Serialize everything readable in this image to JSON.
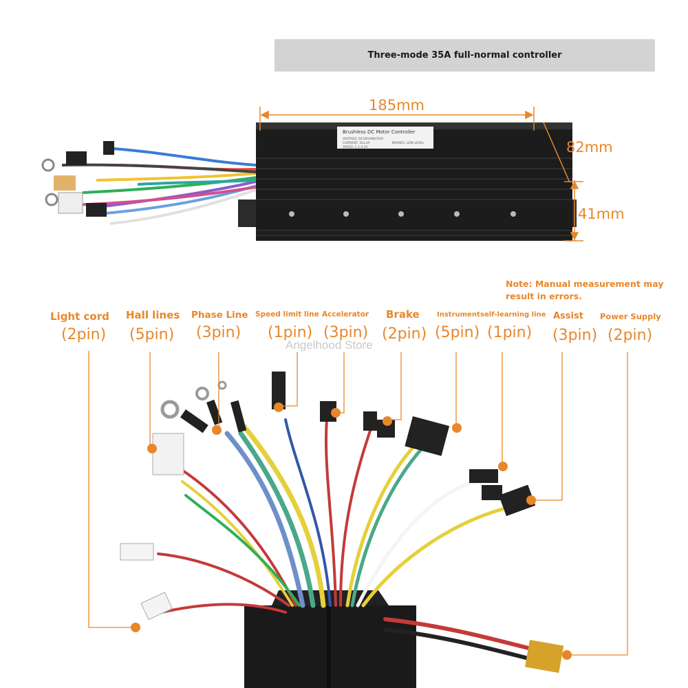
{
  "title": "Three-mode 35A full-normal controller",
  "dimensions": {
    "length": "185mm",
    "width": "82mm",
    "height": "41mm"
  },
  "controller_label": {
    "heading": "Brushless DC Motor Controller",
    "voltage": "VOLTAGE: DC36V/48V/52V",
    "current": "CURRENT: 35±1A",
    "speed": "SPEED: 1.1-4.2V",
    "brakes": "BRAKES: LOW LEVEL"
  },
  "note": "Note: Manual measurement may result in errors.",
  "watermark": "Angelhood Store",
  "connectors": [
    {
      "name": "Light cord",
      "pins": "(2pin)"
    },
    {
      "name": "Hall lines",
      "pins": "(5pin)"
    },
    {
      "name": "Phase Line",
      "pins": "(3pin)"
    },
    {
      "name": "Speed limit line",
      "pins": "(1pin)"
    },
    {
      "name": "Accelerator",
      "pins": "(3pin)"
    },
    {
      "name": "Brake",
      "pins": "(2pin)"
    },
    {
      "name": "Instrument",
      "pins": "(5pin)"
    },
    {
      "name": "self-learning line",
      "pins": "(1pin)"
    },
    {
      "name": "Assist",
      "pins": "(3pin)"
    },
    {
      "name": "Power Supply",
      "pins": "(2pin)"
    }
  ],
  "colors": {
    "accent": "#e8872a",
    "title_bg": "#d3d3d3",
    "housing": "#1c1c1c"
  }
}
